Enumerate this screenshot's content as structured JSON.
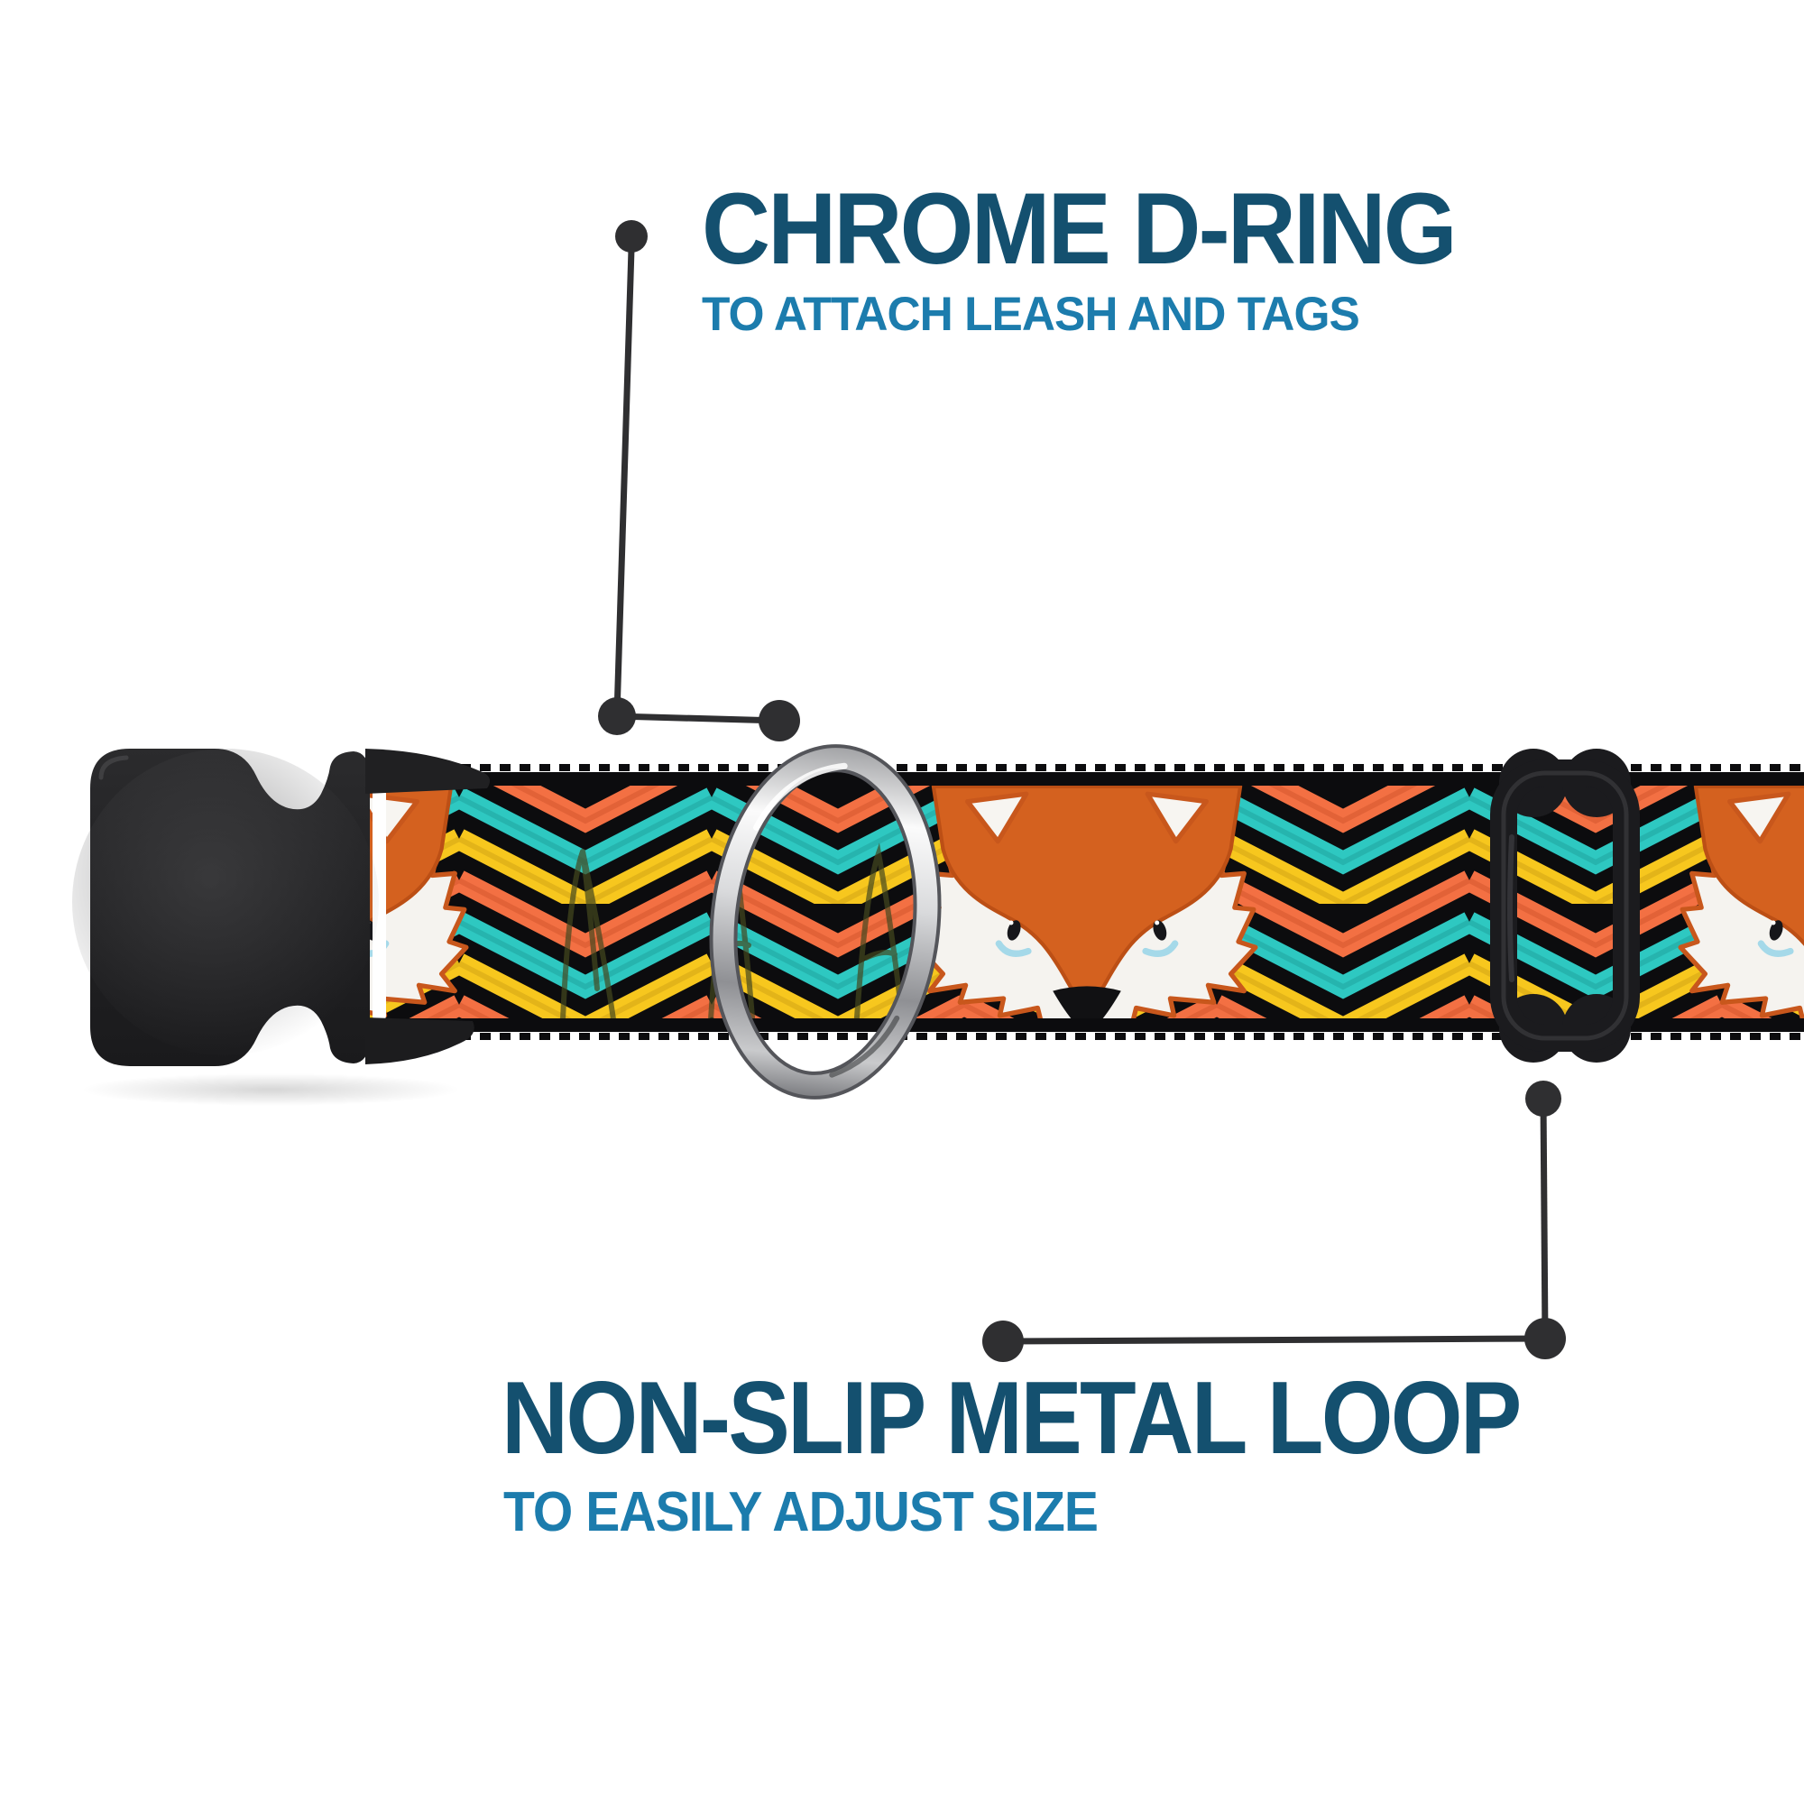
{
  "callout_top": {
    "title": "CHROME D-RING",
    "subtitle": "TO ATTACH LEASH AND TAGS"
  },
  "callout_bottom": {
    "title": "NON-SLIP METAL LOOP",
    "subtitle": "TO EASILY ADJUST SIZE"
  },
  "product_parts": {
    "buckle": "black side-release buckle",
    "d_ring": "chrome d-ring",
    "slider": "black tri-glide adjustment loop",
    "strap": "chevron fox-print webbing"
  },
  "colors": {
    "title_navy": "#14506f",
    "subtitle_blue": "#1c7cad",
    "leader_gray": "#2f2f31",
    "webbing_black": "#0c0c0e",
    "stripe_teal": "#2ec8c1",
    "stripe_yellow": "#f7c71e",
    "stripe_orange": "#f37043",
    "fox_orange": "#d4611f",
    "fox_white": "#f5f3ef",
    "plastic_black": "#222224",
    "chrome_light": "#f8f8f8",
    "chrome_dark": "#6d6e72"
  }
}
